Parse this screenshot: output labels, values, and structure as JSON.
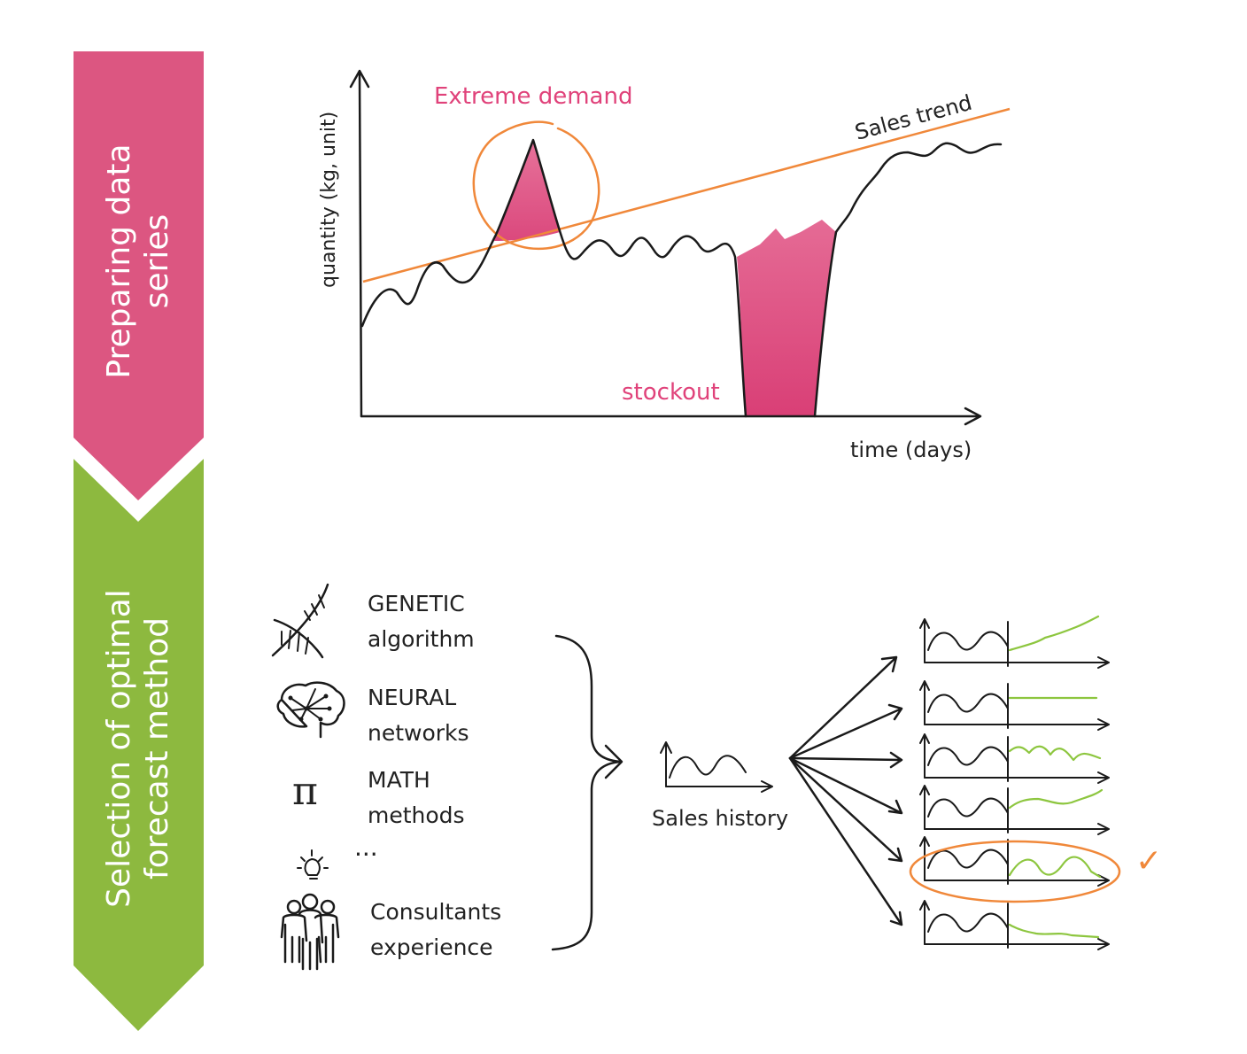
{
  "colors": {
    "stage1": "#dc5681",
    "stage2": "#8db93f",
    "highlight": "#f0883a",
    "fill": "#dd4b7f",
    "forecast": "#8dc63f"
  },
  "stages": [
    {
      "label": "Preparing data series"
    },
    {
      "label": "Selection of optimal forecast method"
    }
  ],
  "top_chart": {
    "y_axis_label": "quantity (kg, unit)",
    "x_axis_label": "time (days)",
    "annotations": {
      "extreme_demand": "Extreme demand",
      "sales_trend": "Sales trend",
      "stockout": "stockout"
    }
  },
  "methods": [
    {
      "icon": "dna-icon",
      "line1": "GENETIC",
      "line2": "algorithm"
    },
    {
      "icon": "brain-network-icon",
      "line1": "NEURAL",
      "line2": "networks"
    },
    {
      "icon": "pi-icon",
      "line1": "MATH",
      "line2": "methods"
    },
    {
      "icon": "lightbulb-icon",
      "line1": "...",
      "line2": ""
    },
    {
      "icon": "people-icon",
      "line1": "Consultants",
      "line2": "experience"
    }
  ],
  "sales_history_label": "Sales history",
  "pi_symbol": "π",
  "checkmark": "✓",
  "selected_forecast_index": 4
}
